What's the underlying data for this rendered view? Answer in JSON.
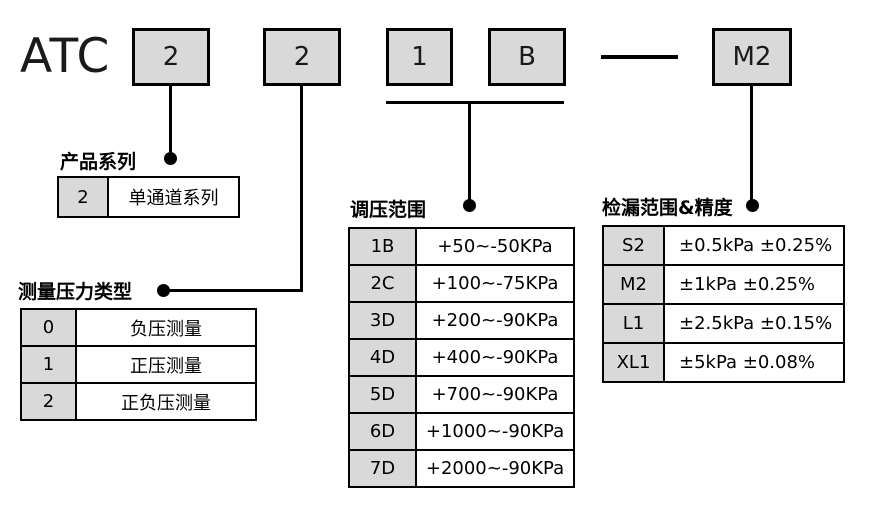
{
  "colors": {
    "box_fill": "#d9d9d9",
    "line": "#000000",
    "background": "#ffffff"
  },
  "model_code": {
    "prefix": "ATC",
    "boxes": [
      {
        "value": "2"
      },
      {
        "value": "2"
      },
      {
        "value": "1"
      },
      {
        "value": "B"
      },
      {
        "value": "M2"
      }
    ]
  },
  "sections": {
    "series": {
      "label": "产品系列",
      "rows": [
        {
          "code": "2",
          "desc": "单通道系列"
        }
      ]
    },
    "pressure_type": {
      "label": "测量压力类型",
      "rows": [
        {
          "code": "0",
          "desc": "负压测量"
        },
        {
          "code": "1",
          "desc": "正压测量"
        },
        {
          "code": "2",
          "desc": "正负压测量"
        }
      ]
    },
    "regulation_range": {
      "label": "调压范围",
      "rows": [
        {
          "code": "1B",
          "desc": "+50~-50KPa"
        },
        {
          "code": "2C",
          "desc": "+100~-75KPa"
        },
        {
          "code": "3D",
          "desc": "+200~-90KPa"
        },
        {
          "code": "4D",
          "desc": "+400~-90KPa"
        },
        {
          "code": "5D",
          "desc": "+700~-90KPa"
        },
        {
          "code": "6D",
          "desc": "+1000~-90KPa"
        },
        {
          "code": "7D",
          "desc": "+2000~-90KPa"
        }
      ]
    },
    "leak_range": {
      "label": "检漏范围&精度",
      "rows": [
        {
          "code": "S2",
          "desc": "±0.5kPa ±0.25%"
        },
        {
          "code": "M2",
          "desc": "±1kPa ±0.25%"
        },
        {
          "code": "L1",
          "desc": "±2.5kPa ±0.15%"
        },
        {
          "code": "XL1",
          "desc": "±5kPa ±0.08%"
        }
      ]
    }
  }
}
